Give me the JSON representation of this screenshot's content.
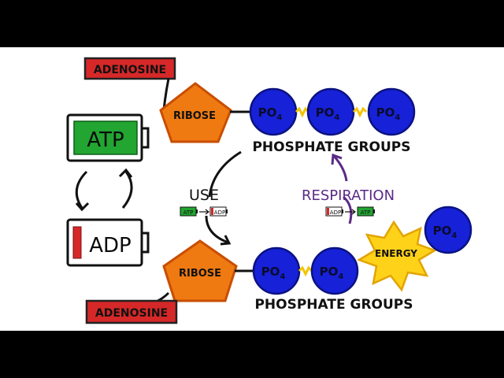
{
  "diagram": {
    "top_molecule": {
      "adenosine_label": "ADENOSINE",
      "ribose_label": "RIBOSE",
      "phosphates": [
        "PO",
        "PO",
        "PO"
      ],
      "phosphate_subscript": "4",
      "phosphate_groups_label": "PHOSPHATE GROUPS"
    },
    "bottom_molecule": {
      "adenosine_label": "ADENOSINE",
      "ribose_label": "RIBOSE",
      "phosphates": [
        "PO",
        "PO"
      ],
      "phosphate_subscript": "4",
      "phosphate_groups_label": "PHOSPHATE GROUPS"
    },
    "free_phosphate": {
      "label": "PO",
      "subscript": "4"
    },
    "energy_label": "ENERGY",
    "use_label": "USE",
    "respiration_label": "RESPIRATION",
    "battery_atp_label": "ATP",
    "battery_adp_label": "ADP",
    "mini_use": {
      "from": "ATP",
      "to": "ADP"
    },
    "mini_respiration": {
      "from": "ADP",
      "to": "ATP"
    }
  },
  "colors": {
    "adenosine_red": "#d62828",
    "ribose_orange": "#f07a12",
    "phosphate_blue": "#1621d8",
    "energy_yellow": "#ffd21a",
    "atp_green": "#22a531",
    "respiration_purple": "#5b2a86",
    "bond_yellow": "#f2c400"
  }
}
